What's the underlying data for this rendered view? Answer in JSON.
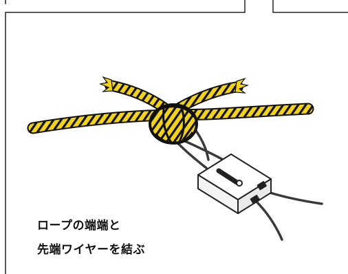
{
  "caption": {
    "line1": "ロープの端端と",
    "line2": "先端ワイヤーを結ぶ"
  },
  "colors": {
    "rope_fill": "#f2d21b",
    "rope_stripe": "#111111",
    "wire": "#3a3a3a",
    "block_fill": "#ffffff",
    "outline": "#222222"
  },
  "icons": {
    "illustration": "rope-knot-wire-clamp-illustration"
  }
}
